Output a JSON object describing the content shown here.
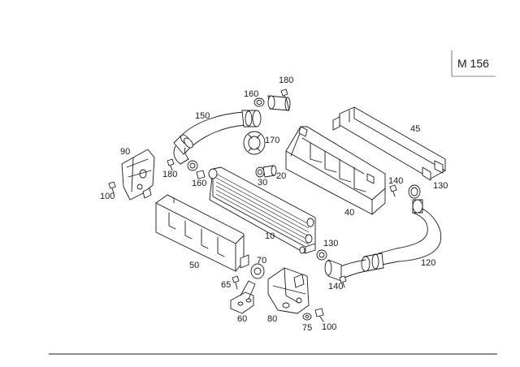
{
  "diagram": {
    "model_code": "M 156",
    "part_numbers": {
      "p10": "10",
      "p20": "20",
      "p30": "30",
      "p40": "40",
      "p45": "45",
      "p50": "50",
      "p60": "60",
      "p65": "65",
      "p70": "70",
      "p75": "75",
      "p80": "80",
      "p90": "90",
      "p100a": "100",
      "p100b": "100",
      "p120": "120",
      "p130a": "130",
      "p130b": "130",
      "p140a": "140",
      "p140b": "140",
      "p150": "150",
      "p160a": "160",
      "p160b": "160",
      "p170": "170",
      "p180a": "180",
      "p180b": "180"
    }
  }
}
